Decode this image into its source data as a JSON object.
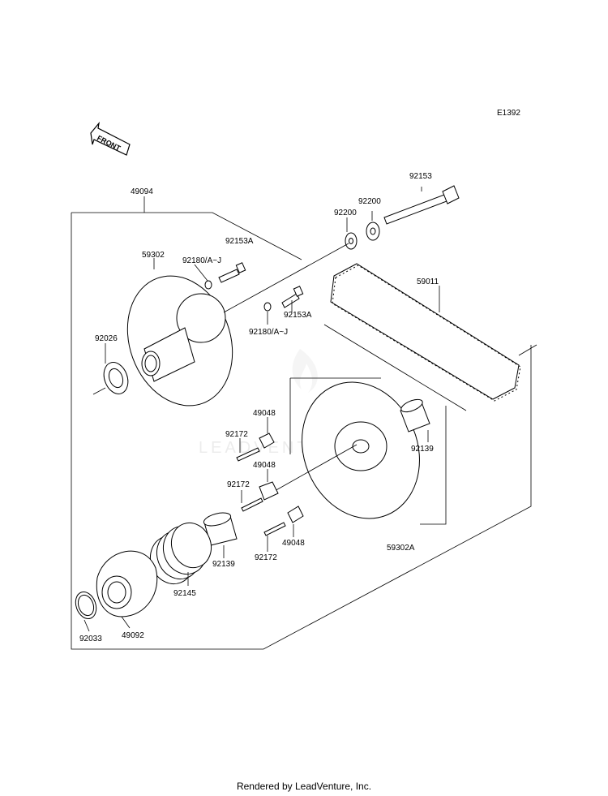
{
  "diagram_code": "E1392",
  "front_label": "FRONT",
  "watermark": "LEADVENTURE",
  "footer": "Rendered by LeadVenture, Inc.",
  "parts": {
    "p49094": "49094",
    "p92153": "92153",
    "p92200a": "92200",
    "p92200b": "92200",
    "p92153A_top": "92153A",
    "p59302": "59302",
    "p92180_top": "92180/A~J",
    "p59011": "59011",
    "p92026": "92026",
    "p92153A_mid": "92153A",
    "p92180_mid": "92180/A~J",
    "p49048_a": "49048",
    "p92172_a": "92172",
    "p92139_right": "92139",
    "p49048_b": "49048",
    "p92172_b": "92172",
    "p49048_c": "49048",
    "p59302A": "59302A",
    "p92139_left": "92139",
    "p92172_c": "92172",
    "p92145": "92145",
    "p92033": "92033",
    "p49092": "49092"
  }
}
